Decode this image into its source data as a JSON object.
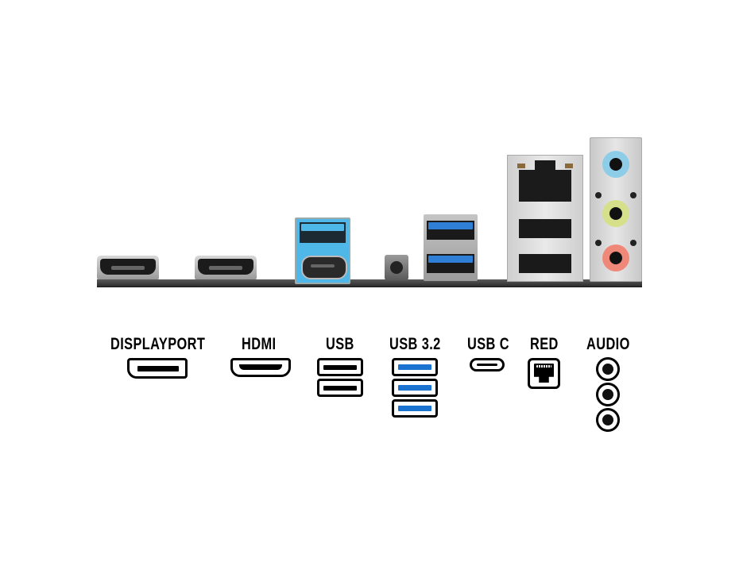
{
  "panel": {
    "ports_left_to_right": [
      "hdmi-style-port-1",
      "hdmi-style-port-2",
      "usb-a-over-usb-c-stack",
      "reset-button",
      "usb-3.2-dual-stack",
      "lan-over-dual-usb-stack",
      "audio-jack-panel"
    ],
    "audio_jack_colors": [
      "#8ecde8",
      "#d6e08a",
      "#f0887a"
    ],
    "usb32_tongue_color": "#2f7fd6",
    "usb_c_stack_tongue_color": "#4fb8e8",
    "lan_led_color": "#8a6a3a"
  },
  "legend": {
    "items": [
      {
        "label": "DISPLAYPORT",
        "icon": "displayport-icon"
      },
      {
        "label": "HDMI",
        "icon": "hdmi-icon"
      },
      {
        "label": "USB",
        "icon": "usb-a-icon",
        "count": 2
      },
      {
        "label": "USB 3.2",
        "icon": "usb-3.2-icon",
        "count": 3,
        "color": "#1a73d1"
      },
      {
        "label": "USB C",
        "icon": "usb-c-icon"
      },
      {
        "label": "RED",
        "icon": "ethernet-icon"
      },
      {
        "label": "AUDIO",
        "icon": "audio-jack-icon",
        "count": 3
      }
    ]
  }
}
